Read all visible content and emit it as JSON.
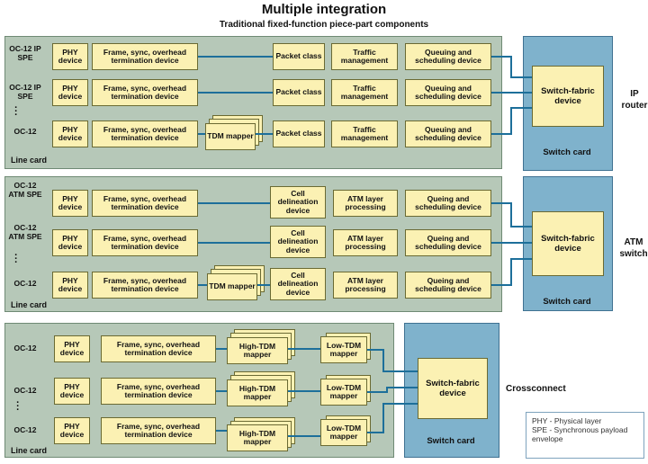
{
  "title": "Multiple integration",
  "subtitle": "Traditional fixed-function piece-part components",
  "line_card_label": "Line card",
  "switch_card_label": "Switch card",
  "switch_fabric_label": "Switch-fabric device",
  "sections": [
    {
      "name": "IP router",
      "inputs": [
        "OC-12 IP SPE",
        "OC-12 IP SPE",
        "OC-12"
      ],
      "row_blocks": [
        "PHY device",
        "Frame, sync, overhead termination device",
        "Packet class",
        "Traffic management",
        "Queuing and scheduling device"
      ],
      "mapper": "TDM mapper"
    },
    {
      "name": "ATM switch",
      "inputs": [
        "OC-12 ATM SPE",
        "OC-12 ATM SPE",
        "OC-12"
      ],
      "row_blocks": [
        "PHY device",
        "Frame, sync, overhead termination device",
        "Cell delineation device",
        "ATM layer processing",
        "Queing and scheduling device"
      ],
      "mapper": "TDM mapper"
    },
    {
      "name": "Crossconnect",
      "inputs": [
        "OC-12",
        "OC-12",
        "OC-12"
      ],
      "row_blocks": [
        "PHY device",
        "Frame, sync, overhead termination device",
        "High-TDM mapper",
        "Low-TDM mapper"
      ]
    }
  ],
  "legend": [
    "PHY - Physical layer",
    "SPE - Synchronous payload envelope"
  ],
  "colors": {
    "line_card": "#b6c8b8",
    "switch_card": "#7fb2cc",
    "device": "#fbf1b3",
    "wire": "#1d6f9a"
  }
}
